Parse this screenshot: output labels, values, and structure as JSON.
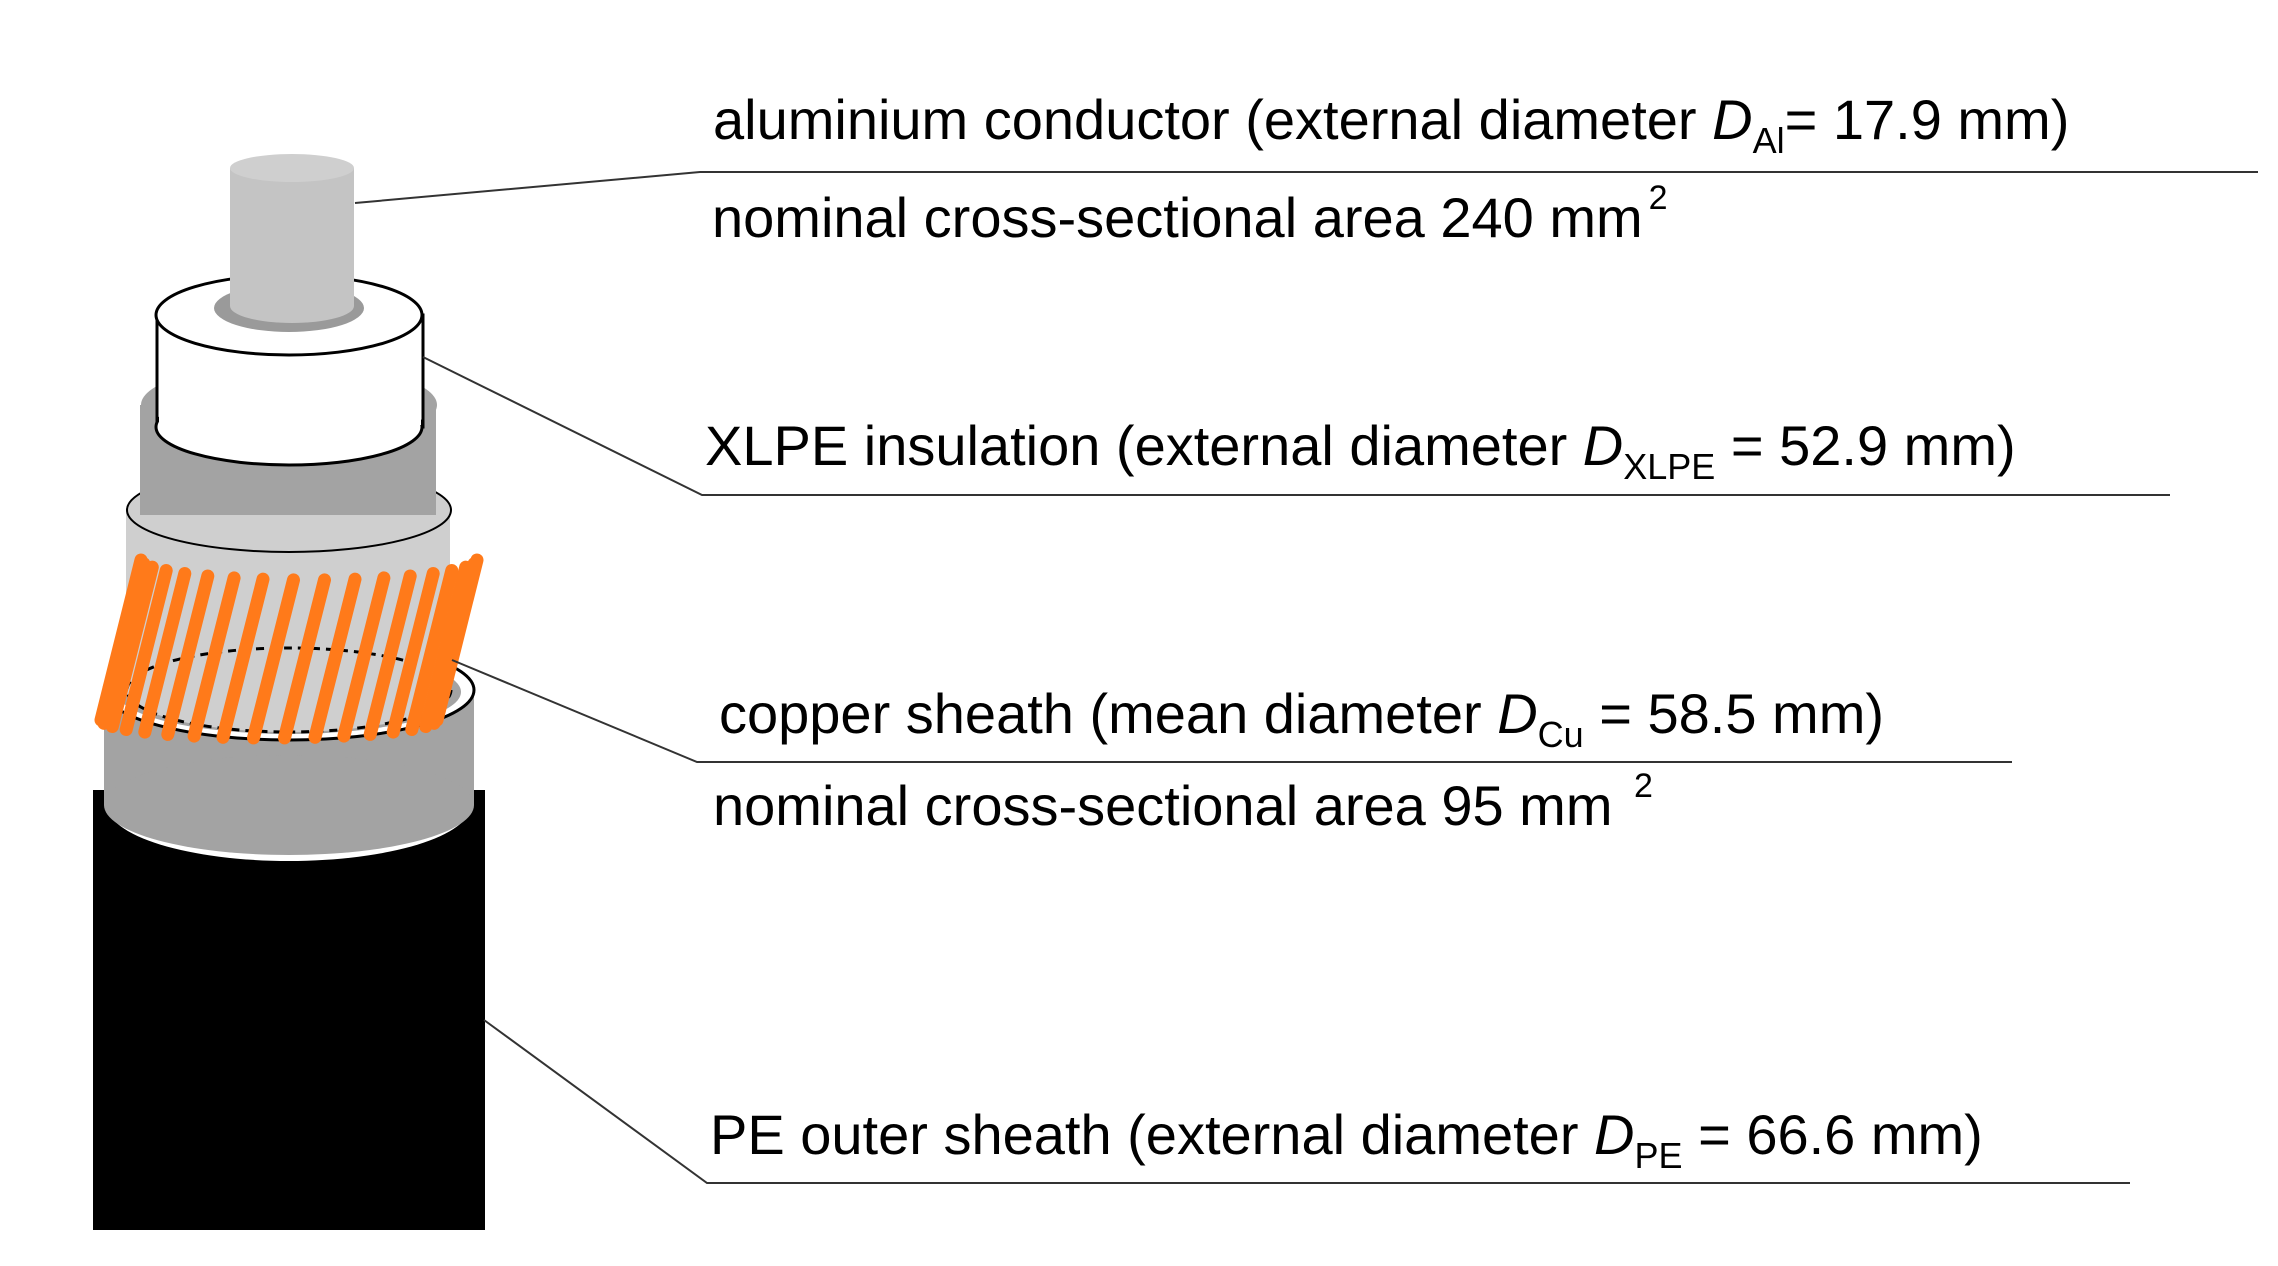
{
  "labels": {
    "conductor": {
      "prefix": "aluminium conductor (external diameter ",
      "symbol": "D",
      "subscript": "Al",
      "suffix": "= 17.9 mm)"
    },
    "conductor_area": {
      "prefix": "nominal cross-sectional area 240 mm",
      "superscript": "2"
    },
    "insulation": {
      "prefix": "XLPE insulation (external diameter ",
      "symbol": "D",
      "subscript": "XLPE",
      "suffix": " = 52.9 mm)"
    },
    "copper": {
      "prefix": "copper sheath (mean diameter ",
      "symbol": "D",
      "subscript": "Cu",
      "suffix": " = 58.5 mm)"
    },
    "copper_area": {
      "prefix": "nominal cross-sectional area 95 mm ",
      "superscript": "2"
    },
    "outer_sheath": {
      "prefix": "PE outer sheath (external diameter ",
      "symbol": "D",
      "subscript": "PE",
      "suffix": " = 66.6 mm)"
    }
  },
  "colors": {
    "conductor": "#c4c4c4",
    "conductor_shadow": "#9a9a9a",
    "insulation": "#ffffff",
    "semiconductive_layer": "#a3a3a3",
    "screen_layer": "#c8c8c8",
    "copper_wires": "#ff7a1a",
    "outer_sheath": "#000000",
    "leader_lines": "#333333"
  }
}
